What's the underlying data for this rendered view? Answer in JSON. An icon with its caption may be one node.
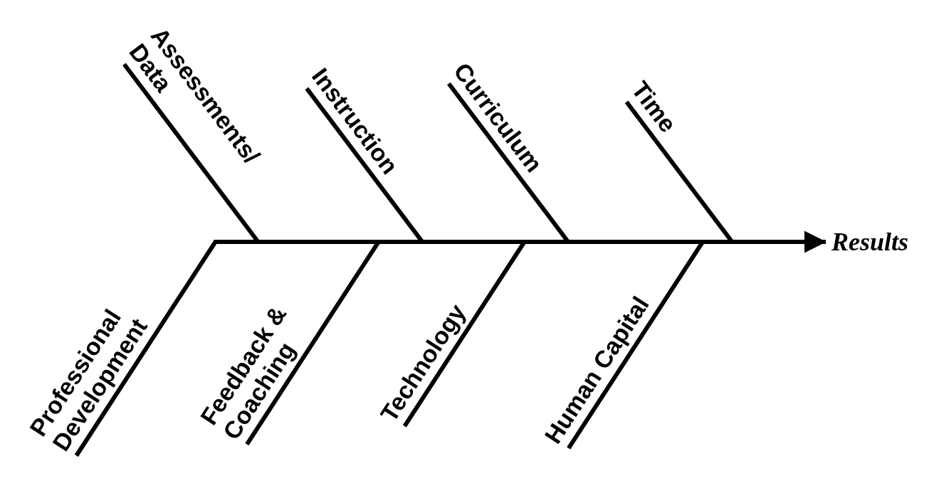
{
  "diagram": {
    "nodes": [
      {
        "text": [
          "Assessments/ Data"
        ]
      },
      {
        "text": [
          "Instruction"
        ]
      },
      {
        "text": [
          "Curriculum"
        ]
      },
      {
        "text": [
          "Time"
        ]
      },
      {
        "text": [
          "Professional Development"
        ]
      },
      {
        "text": [
          "Feedback & Coaching"
        ]
      },
      {
        "text": [
          "Technology"
        ]
      },
      {
        "text": [
          "Human Capital"
        ]
      },
      {
        "text": [
          "Results"
        ]
      }
    ],
    "edges": [
      {
        "from": 0,
        "to": 8,
        "arrow": "to"
      },
      {
        "from": 1,
        "to": 8,
        "arrow": "to"
      },
      {
        "from": 2,
        "to": 8,
        "arrow": "to"
      },
      {
        "from": 3,
        "to": 8,
        "arrow": "to"
      },
      {
        "from": 4,
        "to": 8,
        "arrow": "to"
      },
      {
        "from": 5,
        "to": 8,
        "arrow": "to"
      },
      {
        "from": 6,
        "to": 8,
        "arrow": "to"
      },
      {
        "from": 7,
        "to": 8,
        "arrow": "to"
      }
    ]
  }
}
